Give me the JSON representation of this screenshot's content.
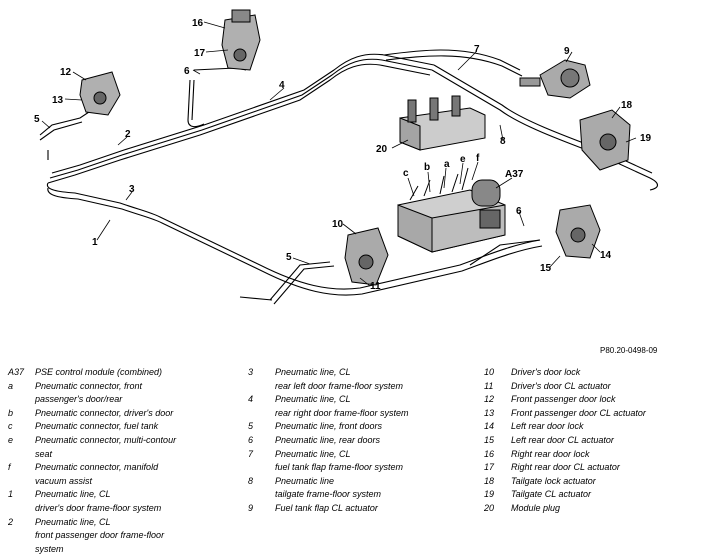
{
  "diagram": {
    "callouts": [
      "16",
      "17",
      "6",
      "4",
      "7",
      "9",
      "12",
      "13",
      "5",
      "2",
      "3",
      "1",
      "18",
      "19",
      "20",
      "c",
      "b",
      "a",
      "e",
      "f",
      "A37",
      "10",
      "5",
      "11",
      "6",
      "14",
      "15",
      "8"
    ],
    "reference": "P80.20-0498-09"
  },
  "legend": {
    "col1": [
      {
        "key": "A37",
        "lines": [
          "PSE control module (combined)"
        ]
      },
      {
        "key": "a",
        "lines": [
          "Pneumatic connector, front",
          "passenger's door/rear"
        ]
      },
      {
        "key": "b",
        "lines": [
          "Pneumatic connector, driver's door"
        ]
      },
      {
        "key": "c",
        "lines": [
          "Pneumatic connector, fuel tank"
        ]
      },
      {
        "key": "e",
        "lines": [
          "Pneumatic connector, multi-contour",
          "seat"
        ]
      },
      {
        "key": "f",
        "lines": [
          "Pneumatic connector, manifold",
          "vacuum assist"
        ]
      },
      {
        "key": "1",
        "lines": [
          "Pneumatic line, CL",
          "driver's door frame-floor system"
        ]
      },
      {
        "key": "2",
        "lines": [
          "Pneumatic line, CL",
          "front passenger door frame-floor",
          "system"
        ]
      }
    ],
    "col2": [
      {
        "key": "3",
        "lines": [
          "Pneumatic line, CL",
          "rear left door frame-floor system"
        ]
      },
      {
        "key": "4",
        "lines": [
          "Pneumatic line, CL",
          "rear right door frame-floor system"
        ]
      },
      {
        "key": "5",
        "lines": [
          "Pneumatic line, front doors"
        ]
      },
      {
        "key": "6",
        "lines": [
          "Pneumatic line, rear doors"
        ]
      },
      {
        "key": "7",
        "lines": [
          "Pneumatic line, CL",
          "fuel tank flap frame-floor system"
        ]
      },
      {
        "key": "8",
        "lines": [
          "Pneumatic line",
          "tailgate frame-floor system"
        ]
      },
      {
        "key": "9",
        "lines": [
          "Fuel tank flap CL actuator"
        ]
      }
    ],
    "col3": [
      {
        "key": "10",
        "lines": [
          "Driver's door lock"
        ]
      },
      {
        "key": "11",
        "lines": [
          "Driver's door CL actuator"
        ]
      },
      {
        "key": "12",
        "lines": [
          "Front passenger door lock"
        ]
      },
      {
        "key": "13",
        "lines": [
          "Front passenger door CL actuator"
        ]
      },
      {
        "key": "14",
        "lines": [
          "Left rear door lock"
        ]
      },
      {
        "key": "15",
        "lines": [
          "Left rear door CL actuator"
        ]
      },
      {
        "key": "16",
        "lines": [
          "Right rear door lock"
        ]
      },
      {
        "key": "17",
        "lines": [
          "Right rear door CL actuator"
        ]
      },
      {
        "key": "18",
        "lines": [
          "Tailgate lock actuator"
        ]
      },
      {
        "key": "19",
        "lines": [
          "Tailgate CL actuator"
        ]
      },
      {
        "key": "20",
        "lines": [
          "Module plug"
        ]
      }
    ]
  }
}
